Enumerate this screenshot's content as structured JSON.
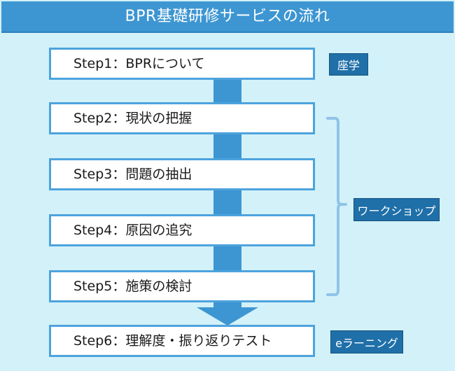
{
  "header": {
    "title": "BPR基礎研修サービスの流れ",
    "background_color": "#3d96d2",
    "text_color": "#ffffff"
  },
  "canvas": {
    "background_color": "#d2f1f9"
  },
  "flow": {
    "steps": [
      {
        "label": "Step1：BPRについて"
      },
      {
        "label": "Step2：現状の把握"
      },
      {
        "label": "Step3：問題の抽出"
      },
      {
        "label": "Step4：原因の追究"
      },
      {
        "label": "Step5：施策の検討"
      },
      {
        "label": "Step6：理解度・振り返りテスト"
      }
    ],
    "box_border_color": "#4da3dd",
    "box_fill_color": "#ffffff",
    "connector_color": "#3d96d2",
    "arrow_color": "#3d96d2",
    "arrow_icon": "arrow-down-icon"
  },
  "annotations": {
    "zagaku": {
      "label": "座学",
      "color": "#1f6fa8",
      "applies_to": "Step1"
    },
    "workshop": {
      "label": "ワークショップ",
      "color": "#1f6fa8",
      "applies_to": "Step2-Step5",
      "bracket_color": "#8fc4e8"
    },
    "elearning": {
      "label": "eラーニング",
      "color": "#1f6fa8",
      "applies_to": "Step6"
    }
  }
}
